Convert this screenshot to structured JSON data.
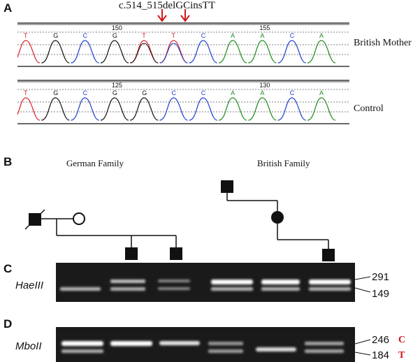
{
  "panel_a": {
    "letter": "A",
    "mutation_label": "c.514_515delGCinsTT",
    "trace_top": {
      "sample_label": "British Mother",
      "bases": [
        "T",
        "G",
        "C",
        "G",
        "T",
        "T",
        "C",
        "A",
        "A",
        "C",
        "A"
      ],
      "position_markers": [
        {
          "text": "150",
          "index": 3
        },
        {
          "text": "155",
          "index": 8
        }
      ],
      "mutation_indices": [
        4,
        5
      ]
    },
    "trace_bottom": {
      "sample_label": "Control",
      "bases": [
        "T",
        "G",
        "C",
        "G",
        "G",
        "C",
        "C",
        "A",
        "A",
        "C",
        "A"
      ],
      "position_markers": [
        {
          "text": "125",
          "index": 3
        },
        {
          "text": "130",
          "index": 8
        }
      ]
    },
    "base_colors": {
      "T": "#d8242a",
      "G": "#111111",
      "C": "#1f3fd0",
      "A": "#1e8a1e"
    },
    "arrow_color": "#d0181a"
  },
  "panel_b": {
    "letter": "B",
    "german_family_label": "German Family",
    "british_family_label": "British Family"
  },
  "panel_c": {
    "letter": "C",
    "enzyme": "HaeIII",
    "sizes": [
      "291",
      "149"
    ]
  },
  "panel_d": {
    "letter": "D",
    "enzyme": "MboII",
    "sizes": [
      "246",
      "184"
    ],
    "alleles": [
      "C",
      "T"
    ]
  }
}
